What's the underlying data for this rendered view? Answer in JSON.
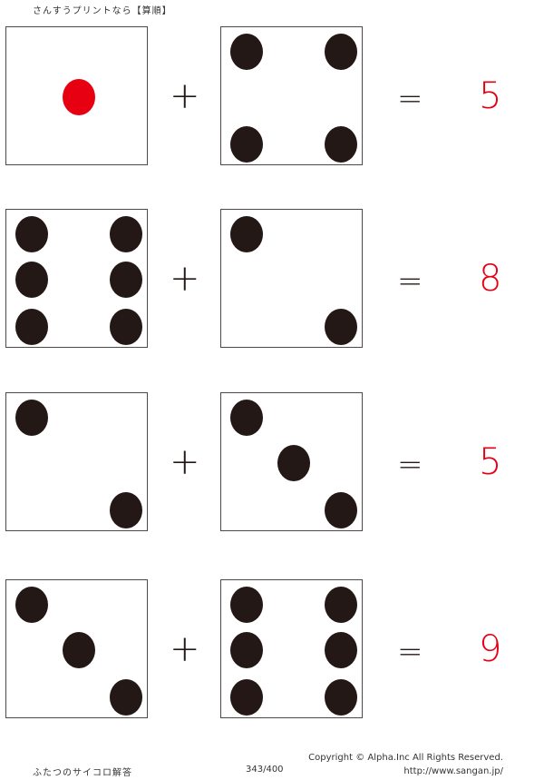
{
  "header": {
    "title": "さんすうプリントなら【算順】"
  },
  "colors": {
    "pip": "#231815",
    "center_pip_one": "#e60012",
    "answer": "#e60012",
    "border": "#4d4948"
  },
  "symbols": {
    "plus": "+",
    "equals": "="
  },
  "problems": [
    {
      "die1": 1,
      "die2": 4,
      "answer": "5"
    },
    {
      "die1": 6,
      "die2": 2,
      "answer": "8"
    },
    {
      "die1": 2,
      "die2": 3,
      "answer": "5"
    },
    {
      "die1": 3,
      "die2": 6,
      "answer": "9"
    }
  ],
  "footer": {
    "title": "ふたつのサイコロ解答",
    "page": "343/400",
    "copyright": "Copyright ©  Alpha.Inc All Rights Reserved.",
    "url": "http://www.sangan.jp/"
  }
}
